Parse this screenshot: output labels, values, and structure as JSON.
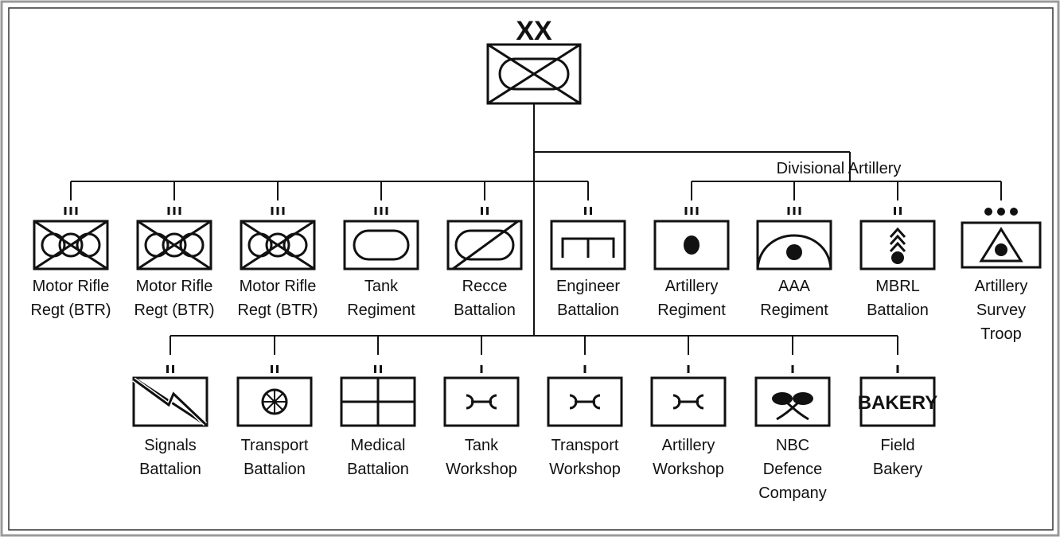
{
  "division": {
    "echelon": "XX"
  },
  "divisional_artillery_label": "Divisional Artillery",
  "row1": [
    {
      "id": "mr1",
      "symbol": "motor-rifle",
      "echelon": "III",
      "lines": [
        "Motor Rifle",
        "Regt (BTR)"
      ]
    },
    {
      "id": "mr2",
      "symbol": "motor-rifle",
      "echelon": "III",
      "lines": [
        "Motor Rifle",
        "Regt (BTR)"
      ]
    },
    {
      "id": "mr3",
      "symbol": "motor-rifle",
      "echelon": "III",
      "lines": [
        "Motor Rifle",
        "Regt (BTR)"
      ]
    },
    {
      "id": "tank",
      "symbol": "armour",
      "echelon": "III",
      "lines": [
        "Tank",
        "Regiment"
      ]
    },
    {
      "id": "recce",
      "symbol": "recce",
      "echelon": "II",
      "lines": [
        "Recce",
        "Battalion"
      ]
    },
    {
      "id": "engineer",
      "symbol": "engineer",
      "echelon": "II",
      "lines": [
        "Engineer",
        "Battalion"
      ]
    },
    {
      "id": "arty",
      "symbol": "artillery",
      "echelon": "III",
      "lines": [
        "Artillery",
        "Regiment"
      ]
    },
    {
      "id": "aaa",
      "symbol": "air-defence",
      "echelon": "III",
      "lines": [
        "AAA",
        "Regiment"
      ]
    },
    {
      "id": "mbrl",
      "symbol": "rocket",
      "echelon": "II",
      "lines": [
        "MBRL",
        "Battalion"
      ]
    },
    {
      "id": "survey",
      "symbol": "survey",
      "echelon": "•••",
      "lines": [
        "Artillery",
        "Survey",
        "Troop"
      ]
    }
  ],
  "row2": [
    {
      "id": "signals",
      "symbol": "signals",
      "echelon": "II",
      "lines": [
        "Signals",
        "Battalion"
      ]
    },
    {
      "id": "transport",
      "symbol": "transport",
      "echelon": "II",
      "lines": [
        "Transport",
        "Battalion"
      ]
    },
    {
      "id": "medical",
      "symbol": "medical",
      "echelon": "II",
      "lines": [
        "Medical",
        "Battalion"
      ]
    },
    {
      "id": "tank-ws",
      "symbol": "workshop",
      "echelon": "I",
      "lines": [
        "Tank",
        "Workshop"
      ]
    },
    {
      "id": "trans-ws",
      "symbol": "workshop",
      "echelon": "I",
      "lines": [
        "Transport",
        "Workshop"
      ]
    },
    {
      "id": "arty-ws",
      "symbol": "workshop",
      "echelon": "I",
      "lines": [
        "Artillery",
        "Workshop"
      ]
    },
    {
      "id": "nbc",
      "symbol": "nbc",
      "echelon": "I",
      "lines": [
        "NBC",
        "Defence",
        "Company"
      ]
    },
    {
      "id": "bakery",
      "symbol": "bakery",
      "echelon": "I",
      "lines": [
        "Field",
        "Bakery"
      ],
      "symbol_text": "BAKERY"
    }
  ]
}
